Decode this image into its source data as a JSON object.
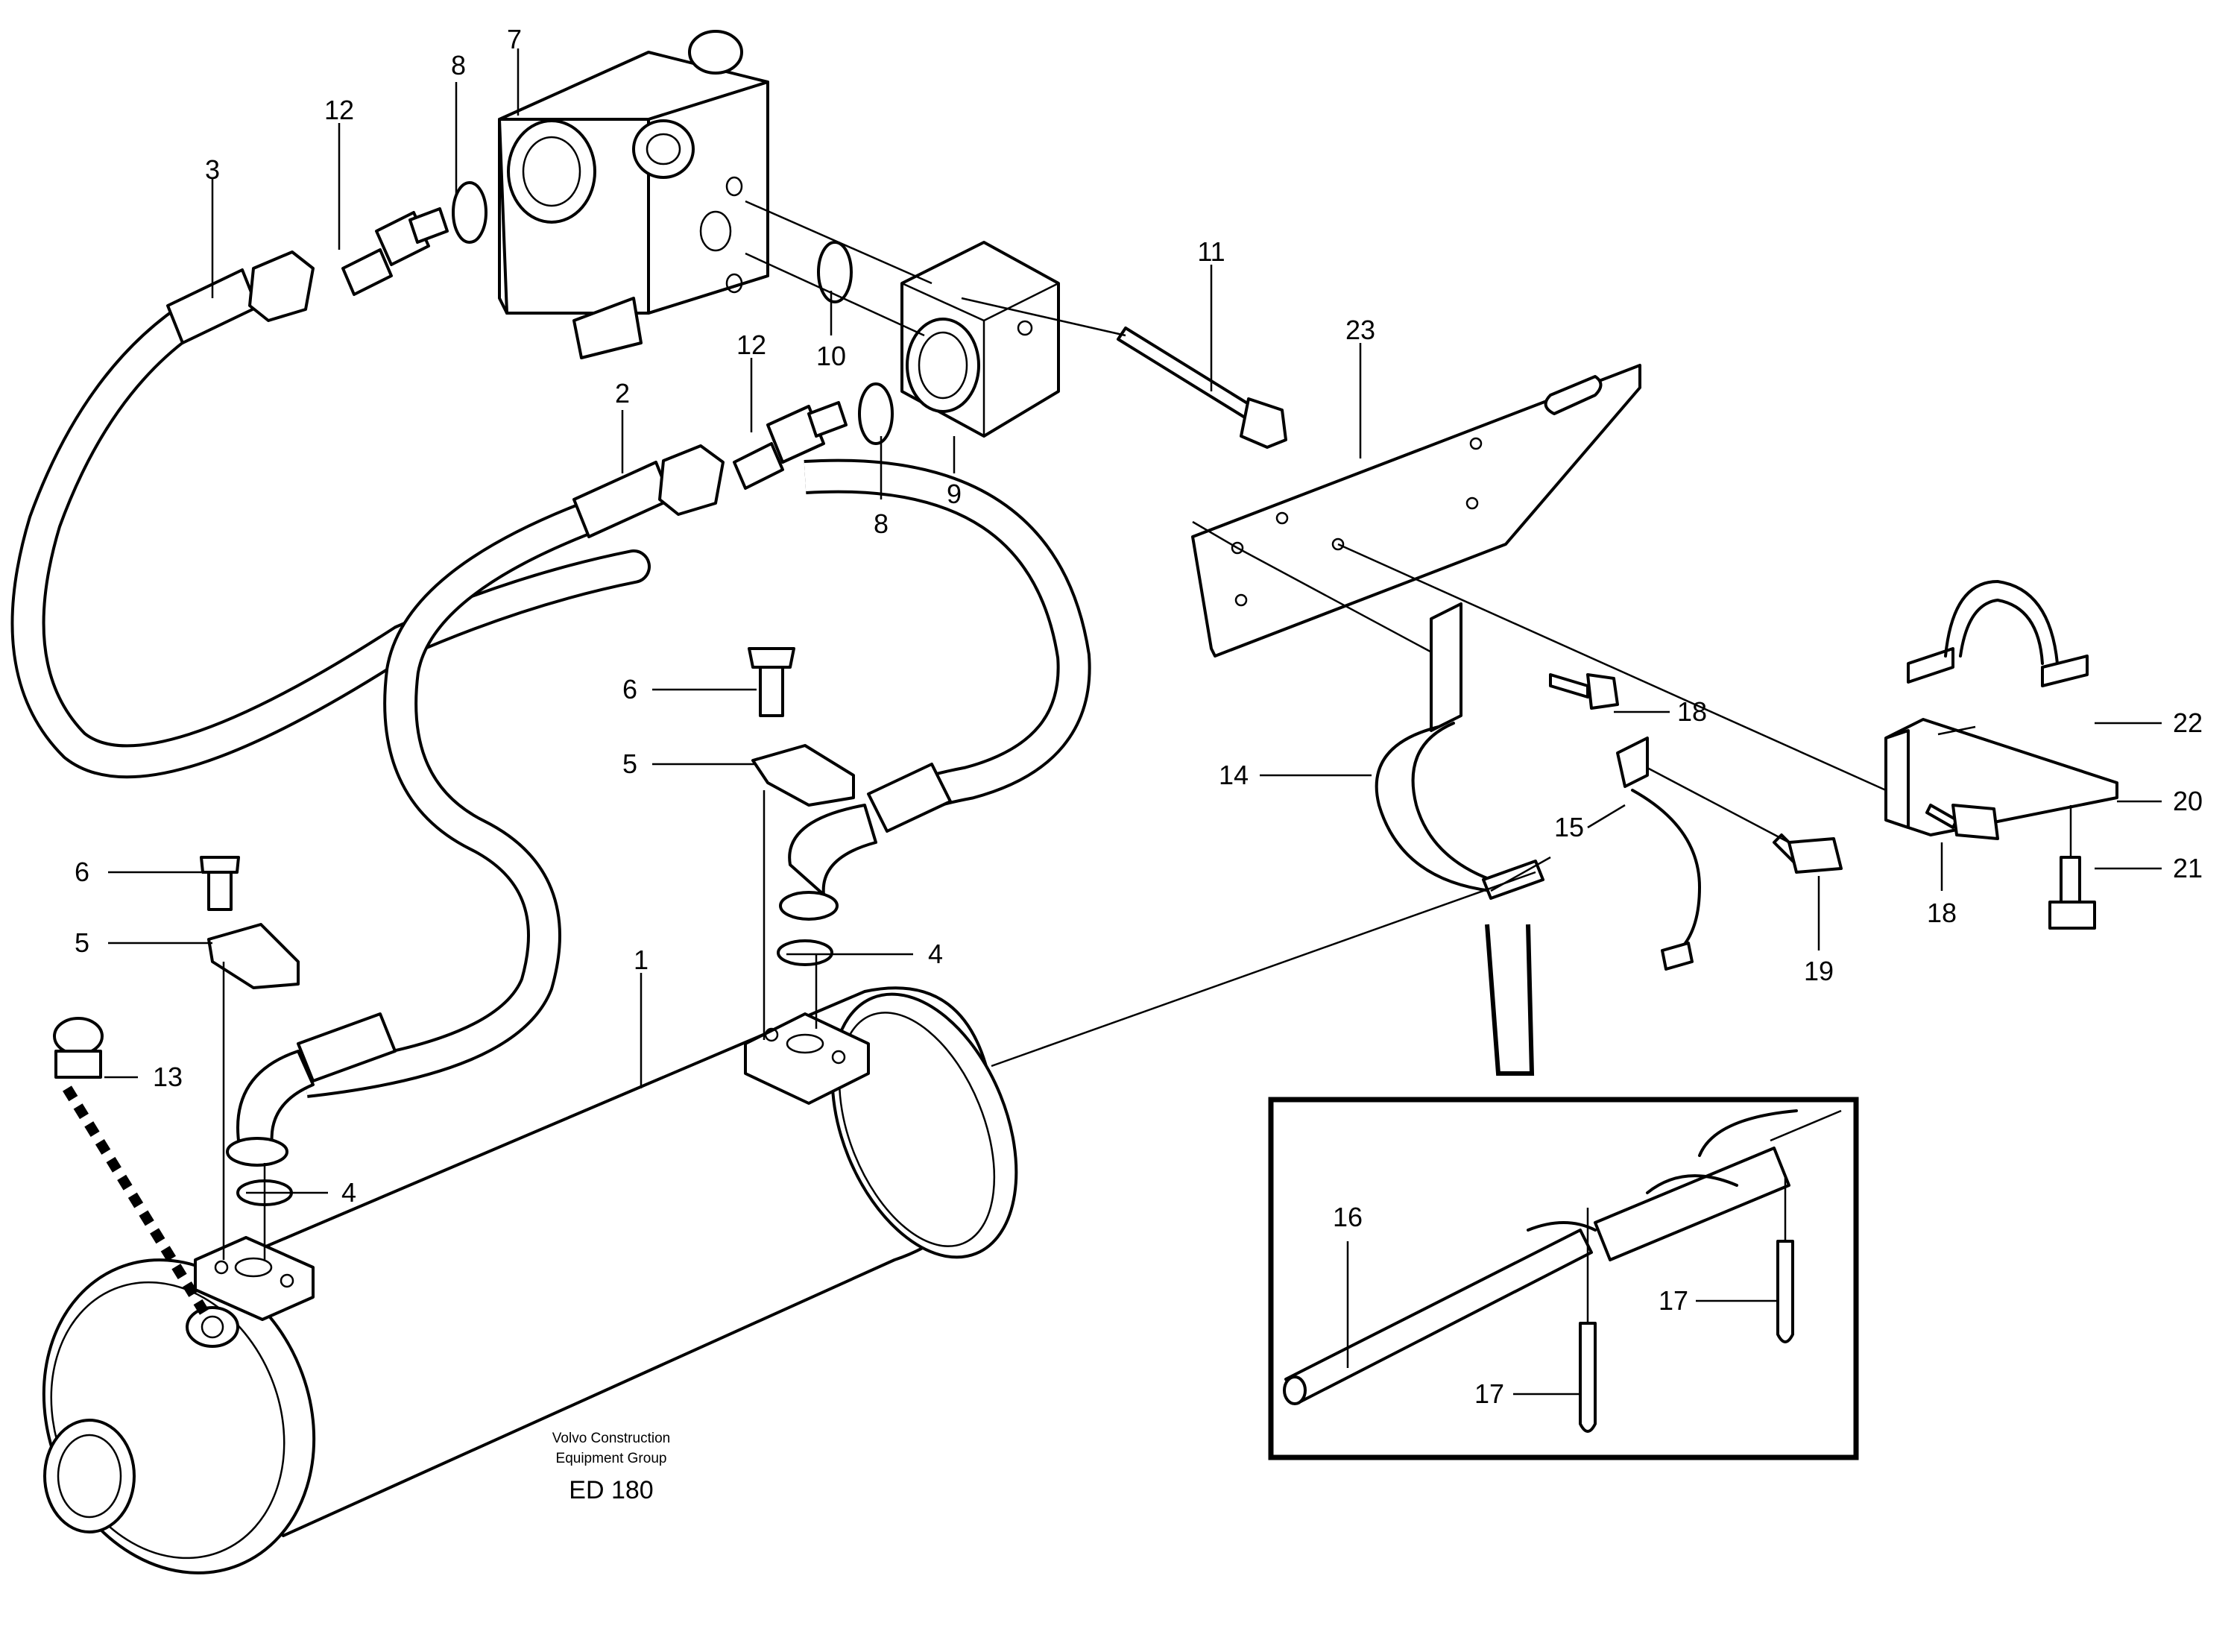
{
  "diagram": {
    "type": "exploded-parts-diagram",
    "callouts": {
      "c1": "1",
      "c2": "2",
      "c3": "3",
      "c4a": "4",
      "c4b": "4",
      "c5a": "5",
      "c5b": "5",
      "c6a": "6",
      "c6b": "6",
      "c7": "7",
      "c8a": "8",
      "c8b": "8",
      "c9": "9",
      "c10": "10",
      "c11": "11",
      "c12a": "12",
      "c12b": "12",
      "c13": "13",
      "c14": "14",
      "c15": "15",
      "c16": "16",
      "c17a": "17",
      "c17b": "17",
      "c18a": "18",
      "c18b": "18",
      "c19": "19",
      "c20": "20",
      "c21": "21",
      "c22": "22",
      "c23": "23"
    },
    "footer": {
      "line1": "Volvo Construction",
      "line2": "Equipment Group",
      "code": "ED 180"
    }
  }
}
